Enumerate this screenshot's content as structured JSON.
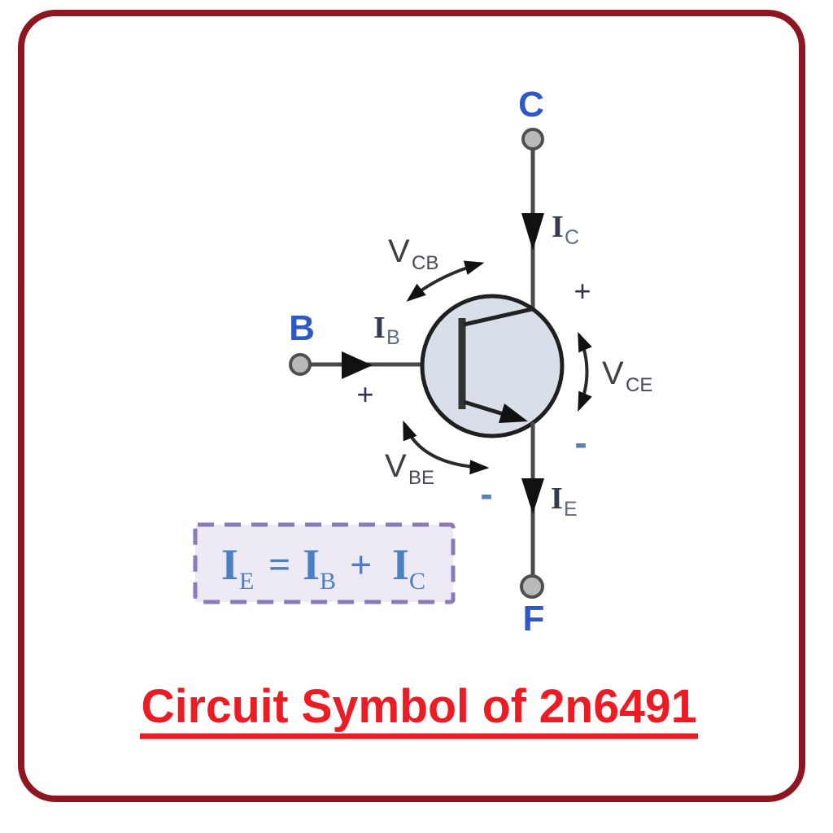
{
  "figure": {
    "title": "Circuit Symbol of 2n6491",
    "colors": {
      "frame_border": "#8e1620",
      "title_red": "#ec1c24",
      "terminal_letter_blue": "#2d58c6",
      "wire_gray": "#4a4a4a",
      "arrow_black": "#111111",
      "transistor_fill": "#d9dfe9",
      "transistor_stroke": "#1f1f1f",
      "terminal_fill": "#b9b9b9",
      "terminal_stroke": "#4f4f4f",
      "voltage_label": "#3e4046",
      "current_label": "#353a4d",
      "equation_blue": "#4c80c3",
      "equation_box_fill": "#edeaf6",
      "equation_box_border": "#8a7ab8"
    },
    "terminals": {
      "collector": "C",
      "base": "B",
      "emitter": "F"
    },
    "currents": {
      "collector": {
        "symbol": "I",
        "sub": "C"
      },
      "base": {
        "symbol": "I",
        "sub": "B"
      },
      "emitter": {
        "symbol": "I",
        "sub": "E"
      }
    },
    "voltages": {
      "vcb": {
        "symbol": "V",
        "sub": "CB"
      },
      "vce": {
        "symbol": "V",
        "sub": "CE"
      },
      "vbe": {
        "symbol": "V",
        "sub": "BE"
      }
    },
    "polarity": {
      "base_plus": "+",
      "vce_plus": "+",
      "vce_minus": "-",
      "vbe_minus": "-"
    },
    "equation": {
      "t1": "I",
      "s1": "E",
      "eq": "=",
      "t2": "I",
      "s2": "B",
      "plus": "+",
      "t3": "I",
      "s3": "C"
    }
  }
}
